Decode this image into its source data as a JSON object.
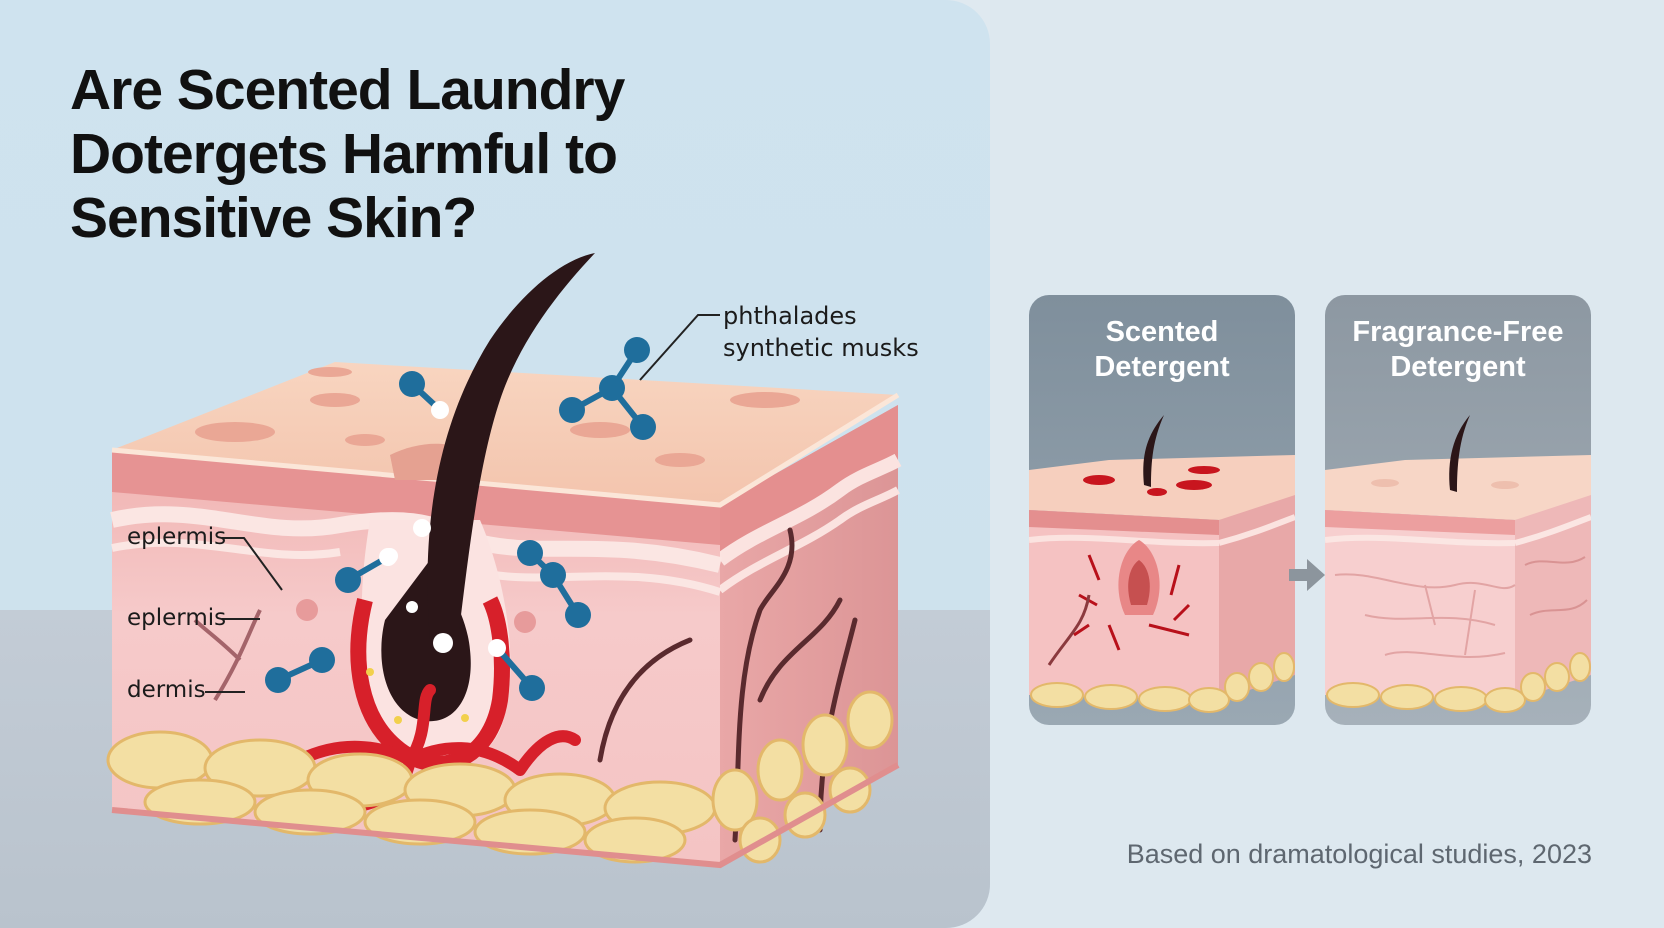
{
  "title_lines": [
    "Are Scented Laundry",
    "Dotergets Harmful to",
    "Sensitive Skin?"
  ],
  "labels": {
    "layer_1": "eplermis",
    "layer_2": "eplermis",
    "layer_3": "dermis",
    "chemicals_line_1": "phthalades",
    "chemicals_line_2": "synthetic musks"
  },
  "panels": {
    "scented": {
      "title_line_1": "Scented",
      "title_line_2": "Detergent"
    },
    "fragrance_free": {
      "title_line_1": "Fragrance-Free",
      "title_line_2": "Detergent"
    }
  },
  "source": "Based on dramatological studies, 2023",
  "colors": {
    "skin_top": "#f6cdb6",
    "epidermis": "#f3b8b8",
    "dermis": "#f7c9c9",
    "fat": "#f3dfa3",
    "blood": "#d7202a",
    "molecule": "#1f6e9c",
    "hair": "#2b1618"
  }
}
